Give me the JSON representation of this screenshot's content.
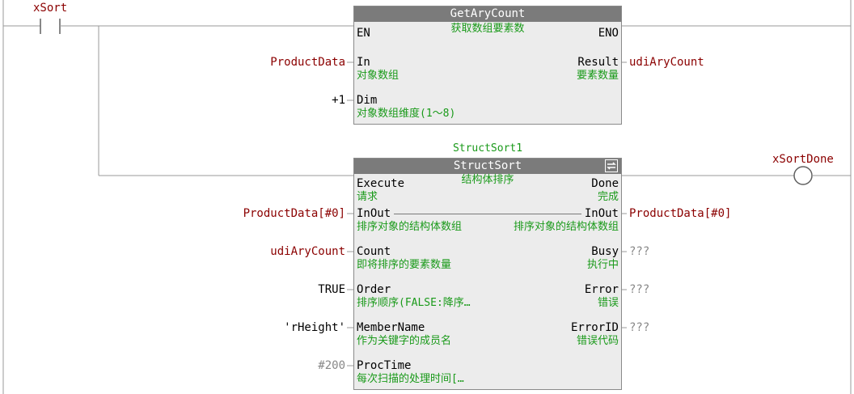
{
  "rung": {
    "contact_label": "xSort",
    "coil_label": "xSortDone"
  },
  "getarycount": {
    "title": "GetAryCount",
    "desc": "获取数组要素数",
    "en": "EN",
    "eno": "ENO",
    "in_name": "In",
    "in_desc": "对象数组",
    "in_value": "ProductData",
    "dim_name": "Dim",
    "dim_desc": "对象数组维度(1～8)",
    "dim_value": "+1",
    "result_name": "Result",
    "result_desc": "要素数量",
    "result_value": "udiAryCount"
  },
  "structsort": {
    "instance": "StructSort1",
    "title": "StructSort",
    "desc": "结构体排序",
    "execute_name": "Execute",
    "execute_desc": "请求",
    "done_name": "Done",
    "done_desc": "完成",
    "inout_name": "InOut",
    "inout_desc": "排序对象的结构体数组",
    "inout_value": "ProductData[#0]",
    "inout_out_name": "InOut",
    "inout_out_desc": "排序对象的结构体数组",
    "inout_out_value": "ProductData[#0]",
    "count_name": "Count",
    "count_desc": "即将排序的要素数量",
    "count_value": "udiAryCount",
    "busy_name": "Busy",
    "busy_desc": "执行中",
    "busy_value": "???",
    "order_name": "Order",
    "order_desc": "排序顺序(FALSE:降序…",
    "order_value": "TRUE",
    "error_name": "Error",
    "error_desc": "错误",
    "error_value": "???",
    "member_name": "MemberName",
    "member_desc": "作为关键字的成员名",
    "member_value": "'rHeight'",
    "errorid_name": "ErrorID",
    "errorid_desc": "错误代码",
    "errorid_value": "???",
    "proctime_name": "ProcTime",
    "proctime_desc": "每次扫描的处理时间[…",
    "proctime_value": "#200"
  },
  "colors": {
    "variable": "#8b0000",
    "comment": "#1a9a1a",
    "header": "#7b7b7b",
    "block_fill": "#ececec",
    "unassigned": "#888888"
  }
}
